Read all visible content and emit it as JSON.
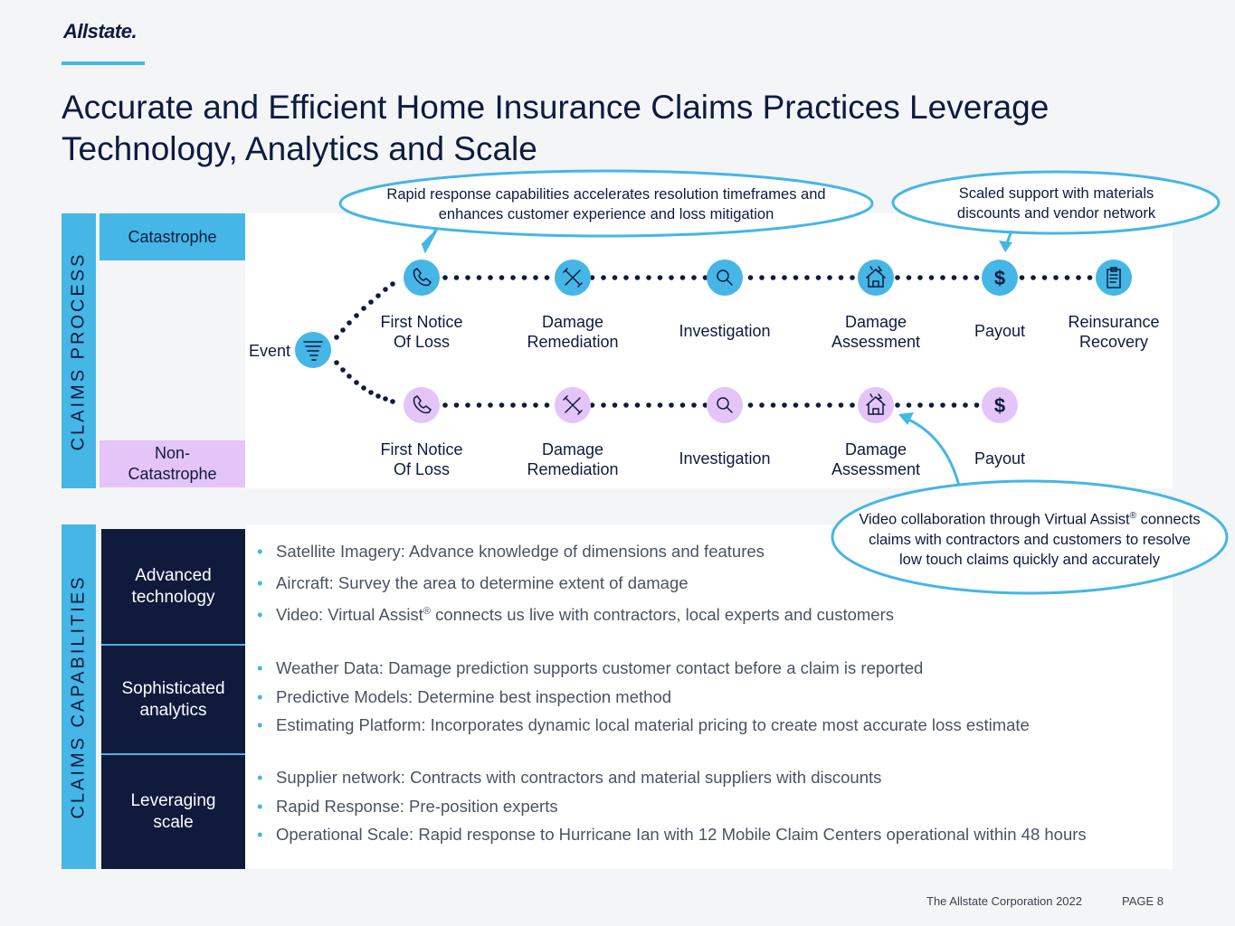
{
  "brand": {
    "logo_text": "Allstate."
  },
  "title": "Accurate and Efficient Home Insurance Claims Practices Leverage Technology, Analytics and Scale",
  "claims_process": {
    "side_label": "CLAIMS PROCESS",
    "catastrophe_label": "Catastrophe",
    "non_catastrophe_label": "Non-Catastrophe",
    "event_label": "Event",
    "catastrophe_steps": [
      {
        "label_line1": "First Notice",
        "label_line2": "Of Loss",
        "icon": "phone-icon"
      },
      {
        "label_line1": "Damage",
        "label_line2": "Remediation",
        "icon": "tools-icon"
      },
      {
        "label_line1": "Investigation",
        "label_line2": "",
        "icon": "magnifier-icon"
      },
      {
        "label_line1": "Damage",
        "label_line2": "Assessment",
        "icon": "damaged-house-icon"
      },
      {
        "label_line1": "Payout",
        "label_line2": "",
        "icon": "dollar-icon"
      },
      {
        "label_line1": "Reinsurance",
        "label_line2": "Recovery",
        "icon": "clipboard-icon"
      }
    ],
    "non_catastrophe_steps": [
      {
        "label_line1": "First Notice",
        "label_line2": "Of Loss",
        "icon": "phone-icon"
      },
      {
        "label_line1": "Damage",
        "label_line2": "Remediation",
        "icon": "tools-icon"
      },
      {
        "label_line1": "Investigation",
        "label_line2": "",
        "icon": "magnifier-icon"
      },
      {
        "label_line1": "Damage",
        "label_line2": "Assessment",
        "icon": "damaged-house-icon"
      },
      {
        "label_line1": "Payout",
        "label_line2": "",
        "icon": "dollar-icon"
      }
    ],
    "callouts": {
      "rapid_response": "Rapid response capabilities accelerates resolution timeframes and enhances customer experience and loss mitigation",
      "scaled_support": "Scaled support with materials discounts and vendor network",
      "video_line1": "Video collaboration through Virtual Assist",
      "video_sup": "®",
      "video_rest": "connects claims with contractors and customers to resolve low touch claims quickly and accurately"
    },
    "dollar_symbol": "$"
  },
  "claims_capabilities": {
    "side_label": "CLAIMS CAPABILITIES",
    "groups": [
      {
        "label": "Advanced technology",
        "bullets": [
          "Satellite Imagery: Advance knowledge of dimensions and features",
          "Aircraft: Survey the area to determine extent of damage"
        ],
        "video_bullet": {
          "prefix": "Video: Virtual Assist",
          "sup": "®",
          "suffix": " connects us live with contractors, local experts and customers"
        }
      },
      {
        "label": "Sophisticated analytics",
        "bullets": [
          "Weather Data: Damage prediction supports customer contact before a claim is reported",
          "Predictive Models: Determine best inspection method",
          "Estimating Platform: Incorporates dynamic local material pricing to create most accurate loss estimate"
        ]
      },
      {
        "label": "Leveraging scale",
        "bullets": [
          "Supplier network: Contracts with contractors and material suppliers with discounts",
          "Rapid Response: Pre-position experts",
          "Operational Scale: Rapid response to Hurricane Ian with 12 Mobile Claim Centers operational within 48 hours"
        ]
      }
    ]
  },
  "footer": {
    "corporation": "The Allstate Corporation 2022",
    "page": "PAGE 8"
  },
  "colors": {
    "accent_blue": "#45b6e5",
    "navy": "#0f1a3d",
    "lavender": "#e4c4f9"
  }
}
